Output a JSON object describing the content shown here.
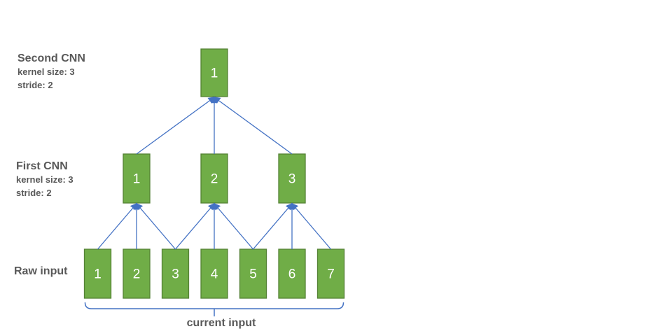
{
  "colors": {
    "box_fill": "#70AD47",
    "box_border": "#548235",
    "box_number_text": "#FFFFFF",
    "arrow": "#4472C4",
    "label_text": "#595959",
    "background": "#FFFFFF"
  },
  "layers": [
    {
      "name": "second-cnn",
      "title": "Second CNN",
      "details": [
        "kernel size: 3",
        "stride: 2"
      ],
      "boxes": [
        "1"
      ]
    },
    {
      "name": "first-cnn",
      "title": "First CNN",
      "details": [
        "kernel size: 3",
        "stride: 2"
      ],
      "boxes": [
        "1",
        "2",
        "3"
      ]
    },
    {
      "name": "raw-input",
      "title": "Raw input",
      "details": [],
      "boxes": [
        "1",
        "2",
        "3",
        "4",
        "5",
        "6",
        "7"
      ]
    }
  ],
  "connections": [
    {
      "from": [
        2,
        0
      ],
      "to": [
        1,
        0
      ]
    },
    {
      "from": [
        2,
        1
      ],
      "to": [
        1,
        0
      ]
    },
    {
      "from": [
        2,
        2
      ],
      "to": [
        1,
        0
      ]
    },
    {
      "from": [
        2,
        2
      ],
      "to": [
        1,
        1
      ]
    },
    {
      "from": [
        2,
        3
      ],
      "to": [
        1,
        1
      ]
    },
    {
      "from": [
        2,
        4
      ],
      "to": [
        1,
        1
      ]
    },
    {
      "from": [
        2,
        4
      ],
      "to": [
        1,
        2
      ]
    },
    {
      "from": [
        2,
        5
      ],
      "to": [
        1,
        2
      ]
    },
    {
      "from": [
        2,
        6
      ],
      "to": [
        1,
        2
      ]
    },
    {
      "from": [
        1,
        0
      ],
      "to": [
        0,
        0
      ]
    },
    {
      "from": [
        1,
        1
      ],
      "to": [
        0,
        0
      ]
    },
    {
      "from": [
        1,
        2
      ],
      "to": [
        0,
        0
      ]
    }
  ],
  "brace": {
    "label": "current input"
  }
}
